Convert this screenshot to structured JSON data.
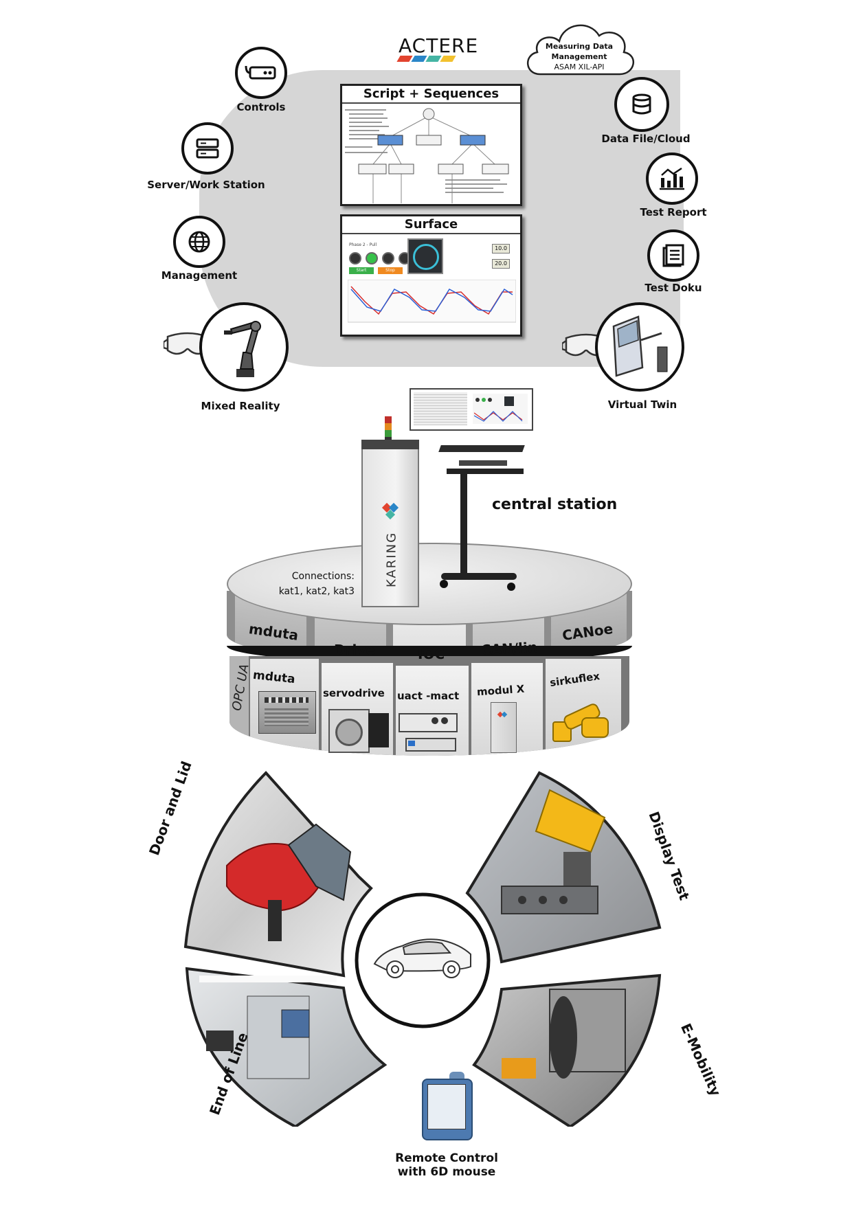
{
  "brand": {
    "logo_text": "ACTERE",
    "logo_colors": [
      "#e2442f",
      "#2a86c8",
      "#45b5a4",
      "#f2c12e"
    ]
  },
  "cloud": {
    "line1": "Measuring Data",
    "line2": "Management",
    "line3": "ASAM XIL-API"
  },
  "panels": {
    "script_title": "Script + Sequences",
    "surface_title": "Surface",
    "surface_phase": "Phase 2 - Pull",
    "surface_start": "Start",
    "surface_stop": "Stop",
    "surface_value1": "10.0",
    "surface_value2": "20.0"
  },
  "left_icons": [
    {
      "label": "Controls",
      "icon": "controls-icon"
    },
    {
      "label": "Server/Work Station",
      "icon": "server-icon"
    },
    {
      "label": "Management",
      "icon": "globe-icon"
    },
    {
      "label": "Mixed Reality",
      "icon": "robot-arm-icon"
    }
  ],
  "right_icons": [
    {
      "label": "Data File/Cloud",
      "icon": "database-icon"
    },
    {
      "label": "Test Report",
      "icon": "report-icon"
    },
    {
      "label": "Test Doku",
      "icon": "document-icon"
    },
    {
      "label": "Virtual Twin",
      "icon": "door-icon"
    }
  ],
  "station": {
    "label": "central station",
    "cabinet_brand": "KARING",
    "connections_line1": "Connections:",
    "connections_line2": "kat1, kat2, kat3"
  },
  "platform": {
    "side_label": "OPC UA",
    "upper_ring": [
      "mduta",
      "Drive",
      "IOC",
      "CAN/lin",
      "CANoe"
    ],
    "lower_ring": [
      "mduta",
      "servodrive",
      "uact -mact",
      "modul X",
      "sirkuflex"
    ]
  },
  "applications": {
    "top_left": "Door and Lid",
    "top_right": "Display Test",
    "bottom_left": "End of Line",
    "bottom_right": "E-Mobility"
  },
  "remote": {
    "line1": "Remote Control",
    "line2": "with 6D mouse"
  }
}
